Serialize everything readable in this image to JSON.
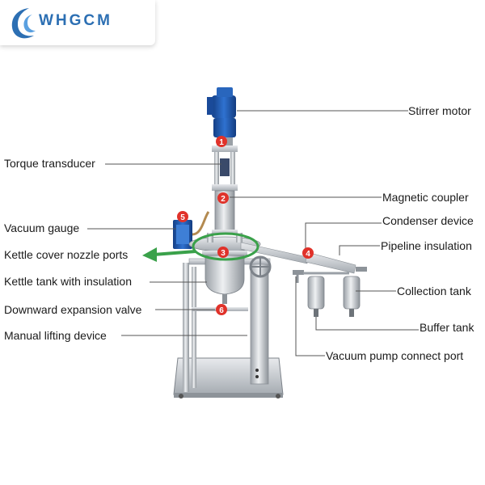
{
  "brand": {
    "logo_text": "WHGCM",
    "color": "#2c6fb3"
  },
  "labels": {
    "stirrer_motor": "Stirrer motor",
    "torque_transducer": "Torque transducer",
    "magnetic_coupler": "Magnetic coupler",
    "condenser_device": "Condenser device",
    "vacuum_gauge": "Vacuum gauge",
    "pipeline_insulation": "Pipeline insulation",
    "kettle_cover_nozzle_ports": "Kettle cover nozzle ports",
    "collection_tank": "Collection tank",
    "kettle_tank_with_insulation": "Kettle tank with insulation",
    "downward_expansion_valve": "Downward expansion valve",
    "buffer_tank": "Buffer tank",
    "manual_lifting_device": "Manual lifting device",
    "vacuum_pump_connect_port": "Vacuum pump connect port"
  },
  "markers": [
    "1",
    "2",
    "3",
    "4",
    "5",
    "6"
  ],
  "colors": {
    "marker_fill": "#e0322a",
    "motor_blue": "#1f5fb8",
    "highlight_green": "#3aa14a",
    "steel": "#c9ccd1",
    "leader_line": "#444444"
  }
}
